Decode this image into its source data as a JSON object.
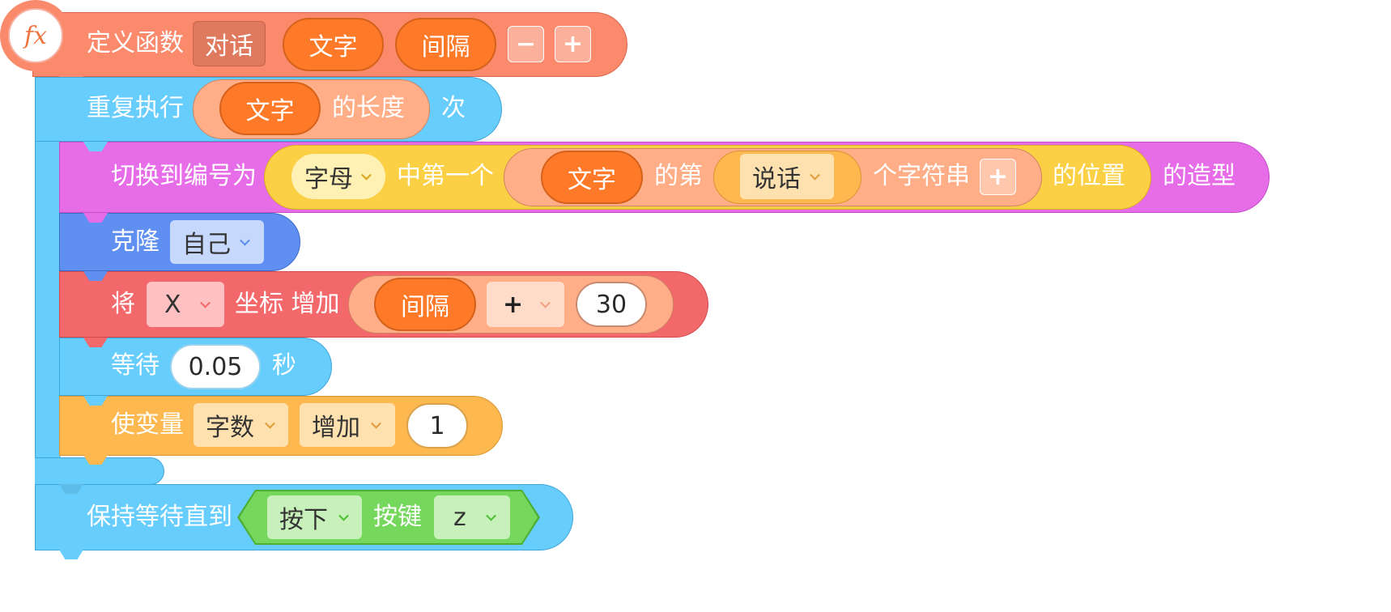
{
  "define": {
    "fx_label": "fx",
    "title": "定义函数",
    "name": "对话",
    "param1": "文字",
    "param2": "间隔",
    "minus": "−",
    "plus": "+"
  },
  "repeat": {
    "label": "重复执行",
    "param": "文字",
    "length_label": "的长度",
    "times": "次"
  },
  "switch": {
    "label": "切换到编号为",
    "dropdown": "字母",
    "first_label": "中第一个",
    "param": "文字",
    "nth_label": "的第",
    "nth_dropdown": "说话",
    "substr_label": "个字符串",
    "plus": "+",
    "position_label": "的位置",
    "costume_label": "的造型"
  },
  "clone": {
    "label": "克隆",
    "dropdown": "自己"
  },
  "change_x": {
    "label": "将",
    "axis": "X",
    "coord_label": "坐标 增加",
    "param": "间隔",
    "operator": "+",
    "value": "30"
  },
  "wait": {
    "label": "等待",
    "value": "0.05",
    "unit": "秒"
  },
  "var": {
    "label": "使变量",
    "variable": "字数",
    "op": "增加",
    "value": "1"
  },
  "wait_until": {
    "label": "保持等待直到",
    "key_action": "按下",
    "key_label": "按键",
    "key": "z"
  },
  "colors": {
    "define": "#fb8a6c",
    "control": "#67cdfd",
    "looks": "#e66ce8",
    "clone": "#5f8ff0",
    "motion": "#f3686a",
    "variable": "#fdb84f",
    "sensing": "#75d85c",
    "param": "#ff7a28"
  }
}
